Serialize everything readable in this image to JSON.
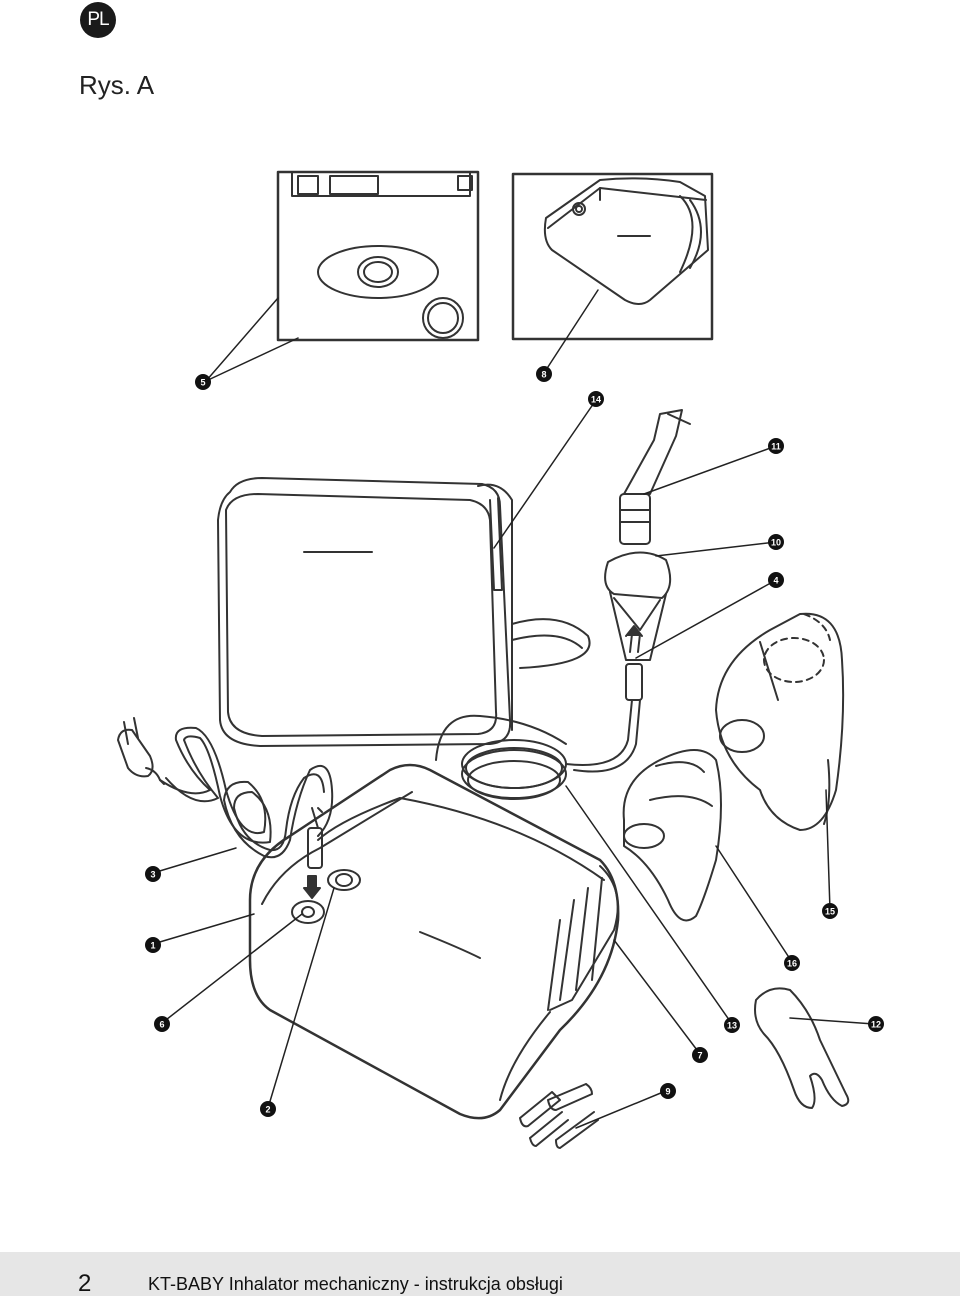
{
  "header": {
    "language_badge": "PL",
    "figure_title": "Rys. A"
  },
  "callouts": [
    "5",
    "8",
    "14",
    "11",
    "10",
    "4",
    "3",
    "1",
    "6",
    "2",
    "9",
    "7",
    "13",
    "16",
    "15",
    "12"
  ],
  "footer": {
    "page_number": "2",
    "text": "KT-BABY Inhalator mechaniczny - instrukcja obsługi"
  }
}
